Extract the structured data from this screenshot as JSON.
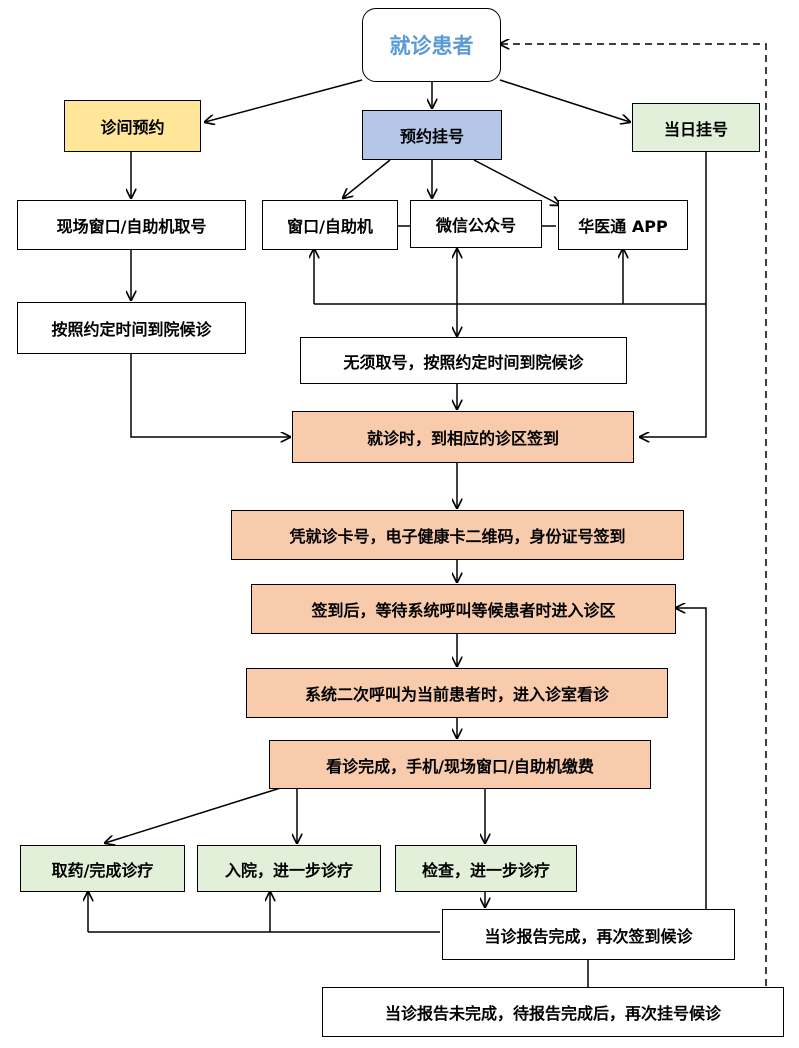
{
  "diagram": {
    "start": "就诊患者",
    "appointment_types": {
      "clinic_booking": "诊间预约",
      "scheduled_registration": "预约挂号",
      "same_day_registration": "当日挂号"
    },
    "clinic_booking_steps": {
      "get_number": "现场窗口/自助机取号",
      "arrive_on_time": "按照约定时间到院候诊"
    },
    "registration_channels": {
      "window_kiosk": "窗口/自助机",
      "wechat": "微信公众号",
      "app": "华医通 APP"
    },
    "no_number_needed": "无须取号，按照约定时间到院候诊",
    "process": {
      "check_in_area": "就诊时，到相应的诊区签到",
      "check_in_method": "凭就诊卡号，电子健康卡二维码，身份证号签到",
      "wait_for_call": "签到后，等待系统呼叫等候患者时进入诊区",
      "enter_room": "系统二次呼叫为当前患者时，进入诊室看诊",
      "payment": "看诊完成，手机/现场窗口/自助机缴费"
    },
    "outcomes": {
      "pharmacy": "取药/完成诊疗",
      "admission": "入院，进一步诊疗",
      "examination": "检查，进一步诊疗"
    },
    "report_done": "当诊报告完成，再次签到候诊",
    "report_pending": "当诊报告未完成，待报告完成后，再次挂号候诊",
    "colors": {
      "start_text": "#5b9bd5",
      "clinic_booking_fill": "#ffe699",
      "scheduled_registration_fill": "#b4c7e7",
      "green_fill": "#e2f0d9",
      "process_fill": "#f8cbad",
      "line": "#000000"
    }
  }
}
